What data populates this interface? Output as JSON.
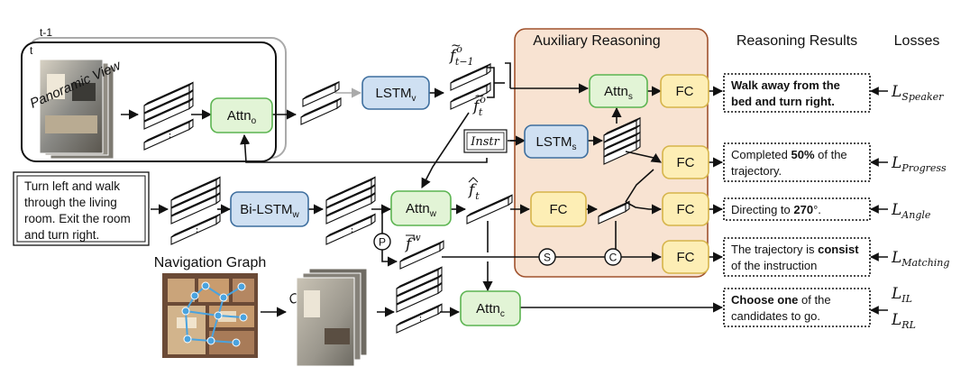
{
  "frames": {
    "previous": "t-1",
    "current": "t"
  },
  "panoramic_view": "Panoramic View",
  "instruction_text": [
    "Turn left and walk",
    "through the living",
    "room. Exit the room",
    "and turn right."
  ],
  "navigation_graph": "Navigation Graph",
  "candidates": "Candidates",
  "instr_label": "Instr",
  "modules": {
    "attn_o": {
      "base": "Attn",
      "sub": "o"
    },
    "lstm_v": {
      "base": "LSTM",
      "sub": "v"
    },
    "attn_s": {
      "base": "Attn",
      "sub": "s"
    },
    "lstm_s": {
      "base": "LSTM",
      "sub": "s"
    },
    "bi_lstm_w": {
      "base": "Bi-LSTM",
      "sub": "w"
    },
    "attn_w": {
      "base": "Attn",
      "sub": "w"
    },
    "attn_c": {
      "base": "Attn",
      "sub": "c"
    },
    "fc": "FC"
  },
  "ops": {
    "p": "P",
    "s": "S",
    "c": "C"
  },
  "feature_labels": {
    "f_prev": {
      "base": "f",
      "sup": "o",
      "sub": "t−1"
    },
    "f_curr": {
      "base": "f",
      "sup": "o",
      "sub": "t"
    },
    "f_hat": {
      "base": "f",
      "sub": "t"
    },
    "f_bar": {
      "base": "f",
      "sup": "w"
    }
  },
  "headers": {
    "aux": "Auxiliary Reasoning",
    "results": "Reasoning Results",
    "losses": "Losses"
  },
  "results": [
    {
      "lines": [
        [
          {
            "t": "Walk away from the",
            "b": true
          }
        ],
        [
          {
            "t": "bed and turn right.",
            "b": true
          }
        ]
      ]
    },
    {
      "lines": [
        [
          {
            "t": "Completed ",
            "b": false
          },
          {
            "t": "50%",
            "b": true
          },
          {
            "t": " of the",
            "b": false
          }
        ],
        [
          {
            "t": "trajectory.",
            "b": false
          }
        ]
      ]
    },
    {
      "lines": [
        [
          {
            "t": "Directing to ",
            "b": false
          },
          {
            "t": "270",
            "b": true
          },
          {
            "t": "°.",
            "b": false
          }
        ]
      ]
    },
    {
      "lines": [
        [
          {
            "t": "The trajectory is ",
            "b": false
          },
          {
            "t": "consist",
            "b": true
          }
        ],
        [
          {
            "t": "of the instruction",
            "b": false
          }
        ]
      ]
    },
    {
      "lines": [
        [
          {
            "t": "Choose one",
            "b": true
          },
          {
            "t": " of the",
            "b": false
          }
        ],
        [
          {
            "t": "candidates to go.",
            "b": false
          }
        ]
      ]
    }
  ],
  "losses": [
    {
      "base": "L",
      "sub": "Speaker"
    },
    {
      "base": "L",
      "sub": "Progress"
    },
    {
      "base": "L",
      "sub": "Angle"
    },
    {
      "base": "L",
      "sub": "Matching"
    },
    {
      "base": "L",
      "sub": "IL"
    },
    {
      "base": "L",
      "sub": "RL"
    }
  ],
  "colors": {
    "attn_fill": "#e2f4d6",
    "attn_stroke": "#5bb450",
    "lstm_fill": "#cfe0f2",
    "lstm_stroke": "#3d6e9e",
    "fc_fill": "#fdeeb5",
    "fc_stroke": "#d6b44a",
    "aux_fill": "#f8e3d2",
    "aux_stroke": "#a0522d"
  }
}
